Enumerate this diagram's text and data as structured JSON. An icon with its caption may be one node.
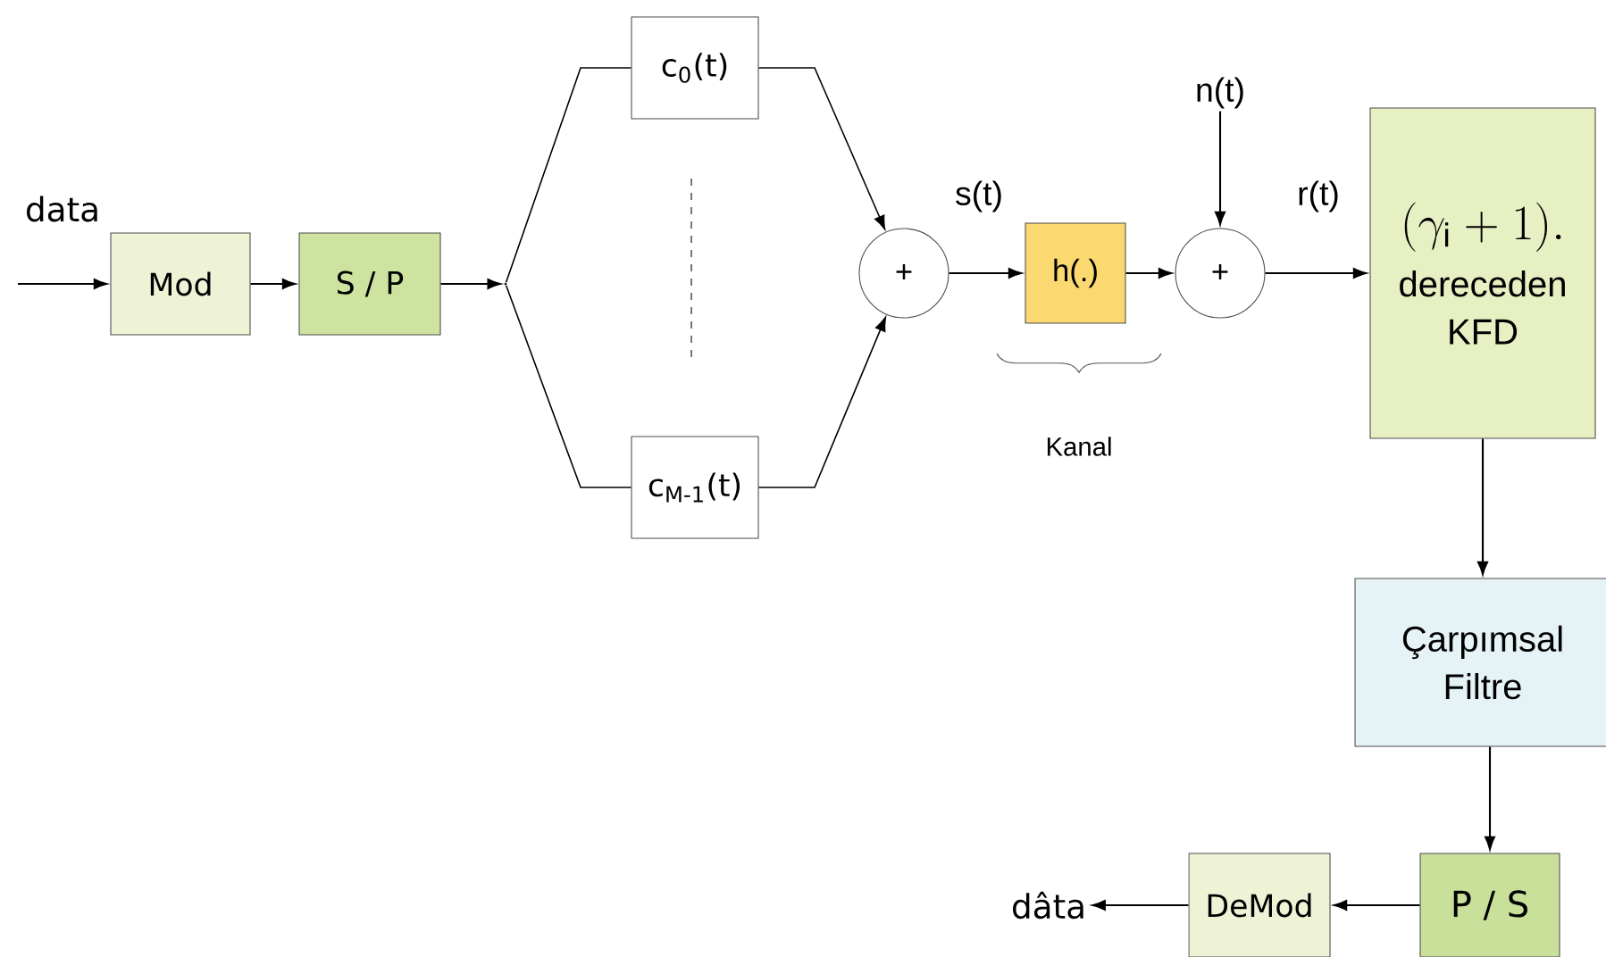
{
  "diagram": {
    "nodes": [
      {
        "text": [
          "Mod"
        ]
      },
      {
        "text": [
          "S / P"
        ]
      },
      {
        "text": [],
        "shape": "point"
      },
      {
        "text": [
          "c$_{0}$(t)"
        ]
      },
      {
        "text": [
          "c$_{M-1}$(t)"
        ]
      },
      {
        "text": [
          "+"
        ]
      },
      {
        "text": [
          "h(.)"
        ]
      },
      {
        "text": [
          "n(t)"
        ]
      },
      {
        "text": [
          "+"
        ]
      },
      {
        "text": [
          "(\\gamma_{\\mathrm{i}}+1).",
          "dereceden KFD"
        ]
      },
      {
        "text": [
          "Çarpımsal Filtre"
        ]
      },
      {
        "text": [
          "P / S"
        ]
      },
      {
        "text": [
          "DeMod"
        ]
      },
      {
        "text": [
          "dâta"
        ]
      }
    ],
    "edges": [
      {
        "from": null,
        "to": 0,
        "arrow": "to",
        "label": "data"
      },
      {
        "from": 0,
        "to": 1,
        "arrow": "to"
      },
      {
        "from": 1,
        "to": 2,
        "arrow": "to"
      },
      {
        "from": 2,
        "to": 3,
        "arrow": "none"
      },
      {
        "from": 2,
        "to": 4,
        "arrow": "none"
      },
      {
        "from": 3,
        "to": 5,
        "arrow": "to"
      },
      {
        "from": 4,
        "to": 5,
        "arrow": "to"
      },
      {
        "from": 5,
        "to": 6,
        "arrow": "to",
        "label": "s(t)"
      },
      {
        "from": 6,
        "to": 8,
        "arrow": "to"
      },
      {
        "from": 7,
        "to": 8,
        "arrow": "to"
      },
      {
        "from": 8,
        "to": 9,
        "arrow": "to",
        "label": "r(t)"
      },
      {
        "from": 9,
        "to": 10,
        "arrow": "to"
      },
      {
        "from": 10,
        "to": 11,
        "arrow": "to"
      },
      {
        "from": 11,
        "to": 12,
        "arrow": "to"
      },
      {
        "from": 12,
        "to": 13,
        "arrow": "to"
      }
    ],
    "labels": [
      "Kanal"
    ]
  }
}
